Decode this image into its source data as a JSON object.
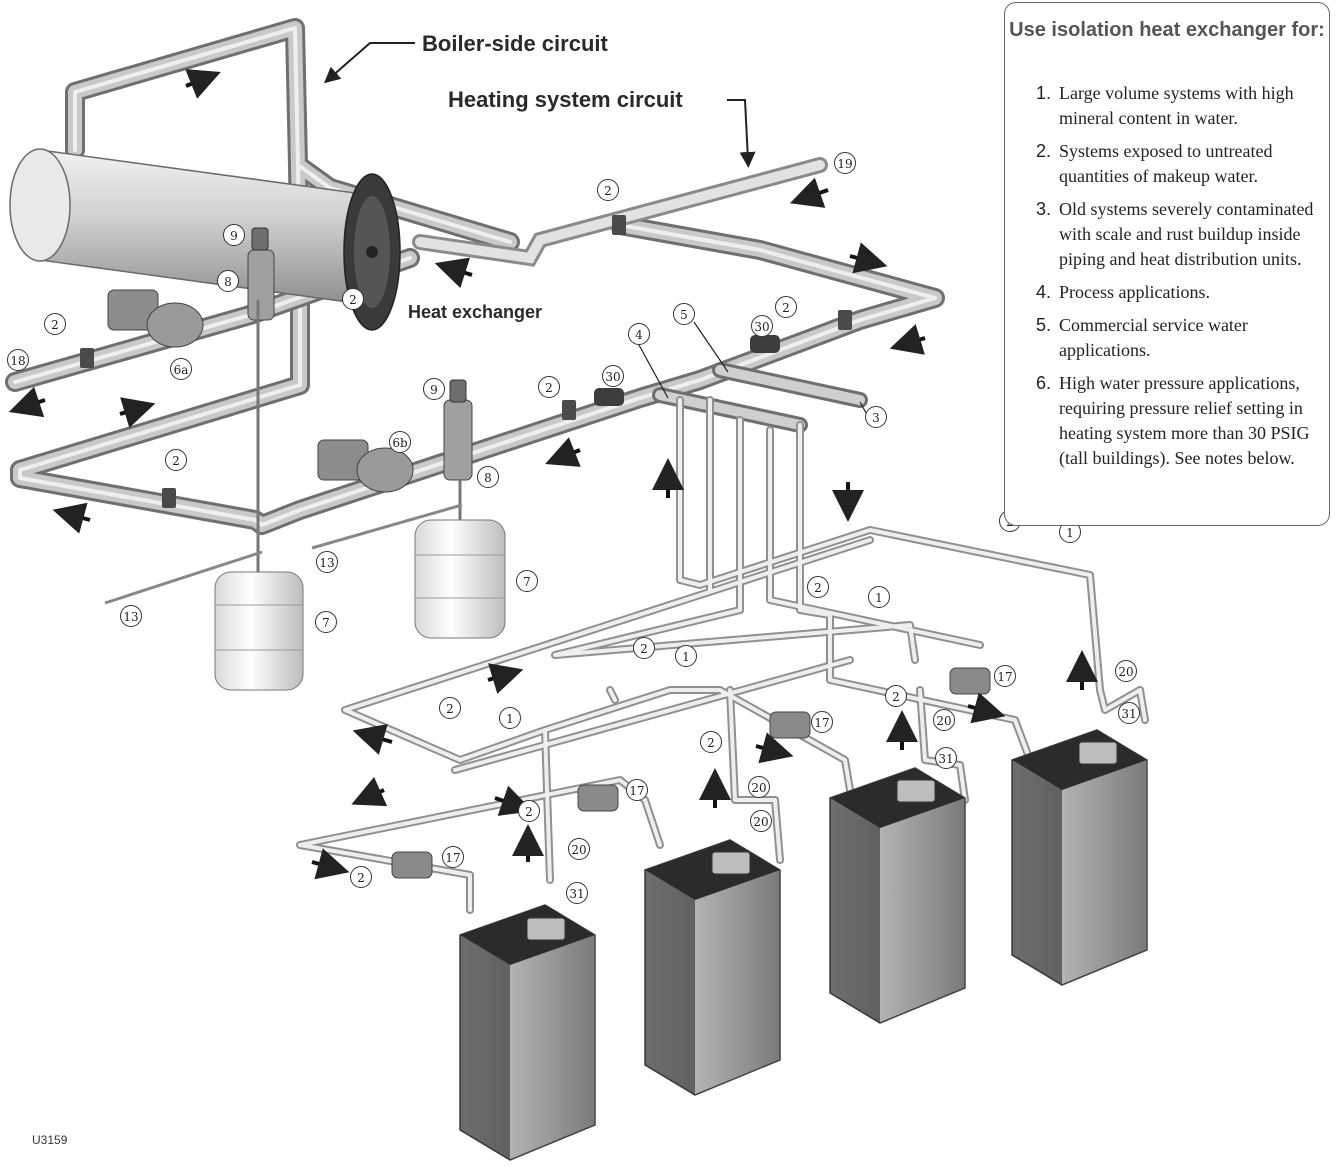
{
  "labels": {
    "boiler_side_circuit": "Boiler-side circuit",
    "heating_system_circuit": "Heating system circuit",
    "heat_exchanger": "Heat exchanger",
    "figure_id": "U3159"
  },
  "note": {
    "title": "Use isolation heat exchanger for:",
    "items": [
      {
        "num": "1.",
        "text": "Large volume systems with high mineral content in water."
      },
      {
        "num": "2.",
        "text": "Systems exposed to untreated quantities of makeup water."
      },
      {
        "num": "3.",
        "text": "Old systems severely contaminated with scale and rust buildup inside piping and heat distribution units."
      },
      {
        "num": "4.",
        "text": "Process applications."
      },
      {
        "num": "5.",
        "text": "Commercial service water applications."
      },
      {
        "num": "6.",
        "text": "High water pressure applications, requiring pressure relief setting in heating system more than 30 PSIG (tall buildings). See notes below."
      }
    ]
  },
  "callouts": [
    {
      "id": "c2a",
      "text": "2"
    },
    {
      "id": "c19",
      "text": "19"
    },
    {
      "id": "c9a",
      "text": "9"
    },
    {
      "id": "c8a",
      "text": "8"
    },
    {
      "id": "c2b",
      "text": "2"
    },
    {
      "id": "c2c",
      "text": "2"
    },
    {
      "id": "c18",
      "text": "18"
    },
    {
      "id": "c6a",
      "text": "6a"
    },
    {
      "id": "c4",
      "text": "4"
    },
    {
      "id": "c5",
      "text": "5"
    },
    {
      "id": "c2d",
      "text": "2"
    },
    {
      "id": "c30a",
      "text": "30"
    },
    {
      "id": "c9b",
      "text": "9"
    },
    {
      "id": "c2e",
      "text": "2"
    },
    {
      "id": "c30b",
      "text": "30"
    },
    {
      "id": "c3",
      "text": "3"
    },
    {
      "id": "c6b",
      "text": "6b"
    },
    {
      "id": "c8b",
      "text": "8"
    },
    {
      "id": "c2f",
      "text": "2"
    },
    {
      "id": "c13a",
      "text": "13"
    },
    {
      "id": "c7a",
      "text": "7"
    },
    {
      "id": "c13b",
      "text": "13"
    },
    {
      "id": "c7b",
      "text": "7"
    },
    {
      "id": "c2g",
      "text": "2"
    },
    {
      "id": "c1a",
      "text": "1"
    },
    {
      "id": "c2h",
      "text": "2"
    },
    {
      "id": "c1b",
      "text": "1"
    },
    {
      "id": "c2i",
      "text": "2"
    },
    {
      "id": "c1c",
      "text": "1"
    },
    {
      "id": "c17a",
      "text": "17"
    },
    {
      "id": "c2j",
      "text": "2"
    },
    {
      "id": "c20a",
      "text": "20"
    },
    {
      "id": "c31a",
      "text": "31"
    },
    {
      "id": "c20b",
      "text": "20"
    },
    {
      "id": "c2k",
      "text": "2"
    },
    {
      "id": "c17b",
      "text": "17"
    },
    {
      "id": "c2l",
      "text": "2"
    },
    {
      "id": "c1d",
      "text": "1"
    },
    {
      "id": "c20c",
      "text": "20"
    },
    {
      "id": "c31b",
      "text": "31"
    },
    {
      "id": "c17c",
      "text": "17"
    },
    {
      "id": "c2m",
      "text": "2"
    },
    {
      "id": "c20d",
      "text": "20"
    },
    {
      "id": "c31c",
      "text": "31"
    },
    {
      "id": "c2n",
      "text": "2"
    },
    {
      "id": "c17d",
      "text": "17"
    },
    {
      "id": "c20e",
      "text": "20"
    },
    {
      "id": "c31d",
      "text": "31"
    },
    {
      "id": "c2o",
      "text": "2"
    },
    {
      "id": "c1e",
      "text": "1"
    }
  ]
}
